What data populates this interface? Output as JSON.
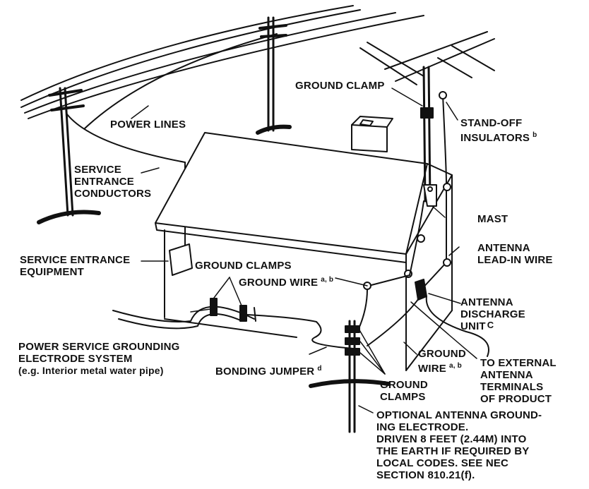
{
  "labels": {
    "ground_clamp_top": "GROUND CLAMP",
    "power_lines": "POWER LINES",
    "standoff_1": "STAND-OFF",
    "standoff_2": "INSULATORS",
    "standoff_sup": "b",
    "service_entrance_1": "SERVICE",
    "service_entrance_2": "ENTRANCE",
    "service_entrance_3": "CONDUCTORS",
    "mast": "MAST",
    "service_equipment_1": "SERVICE ENTRANCE",
    "service_equipment_2": "EQUIPMENT",
    "ground_clamps_mid": "GROUND CLAMPS",
    "ground_wire_mid": "GROUND WIRE",
    "ground_wire_mid_sup": "a, b",
    "antenna_leadin_1": "ANTENNA",
    "antenna_leadin_2": "LEAD-IN WIRE",
    "discharge_1": "ANTENNA",
    "discharge_2": "DISCHARGE",
    "discharge_3": "UNIT",
    "discharge_sup": "C",
    "power_service_1": "POWER SERVICE GROUNDING",
    "power_service_2": "ELECTRODE SYSTEM",
    "power_service_3": "(e.g. Interior metal water pipe)",
    "ground_wire_right_1": "GROUND",
    "ground_wire_right_2": "WIRE",
    "ground_wire_right_sup": "a, b",
    "bonding_jumper": "BONDING JUMPER",
    "bonding_jumper_sup": "d",
    "external_1": "TO EXTERNAL",
    "external_2": "ANTENNA",
    "external_3": "TERMINALS",
    "external_4": "OF PRODUCT",
    "ground_clamps_bottom_1": "GROUND",
    "ground_clamps_bottom_2": "CLAMPS",
    "optional_1": "OPTIONAL ANTENNA GROUND-",
    "optional_2": "ING ELECTRODE.",
    "optional_3": "DRIVEN 8 FEET (2.44M) INTO",
    "optional_4": "THE EARTH IF  REQUIRED BY",
    "optional_5": "LOCAL CODES. SEE NEC",
    "optional_6": "SECTION 810.21(f)."
  }
}
